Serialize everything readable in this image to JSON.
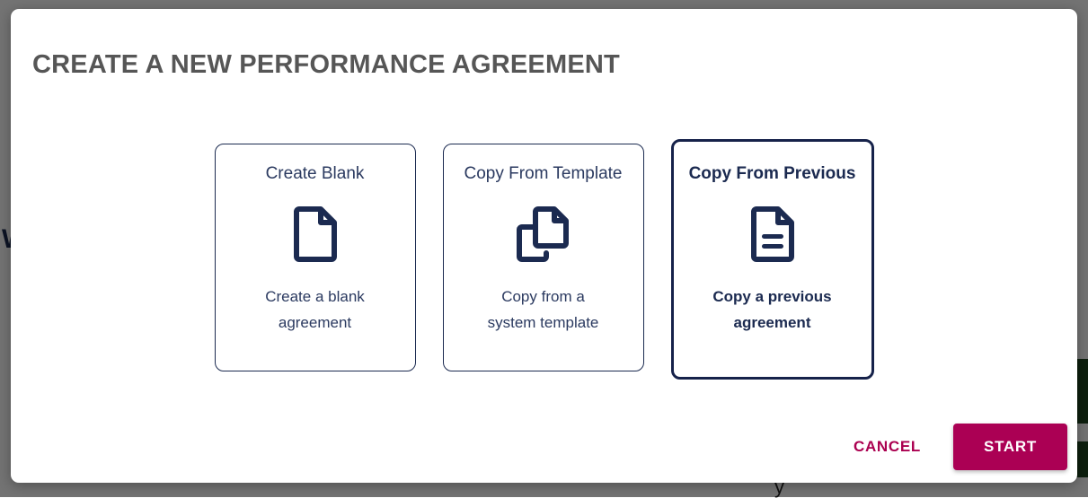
{
  "dialog": {
    "title": "CREATE A NEW PERFORMANCE AGREEMENT",
    "options": [
      {
        "title": "Create Blank",
        "description": "Create a blank agreement",
        "icon": "blank-document-icon",
        "selected": false
      },
      {
        "title": "Copy From Template",
        "description": "Copy from a system template",
        "icon": "copy-documents-icon",
        "selected": false
      },
      {
        "title": "Copy From Previous",
        "description": "Copy a previous agreement",
        "icon": "document-lines-icon",
        "selected": true
      }
    ],
    "footer": {
      "cancel_label": "CANCEL",
      "start_label": "START"
    }
  },
  "background": {
    "left_glyph": "W",
    "bottom_glyph": "y"
  },
  "colors": {
    "navy": "#1b2a50",
    "crimson": "#ab0054",
    "title_gray": "#565656",
    "scrim": "rgba(0,0,0,0.55)",
    "accent_green": "#1e4620"
  }
}
